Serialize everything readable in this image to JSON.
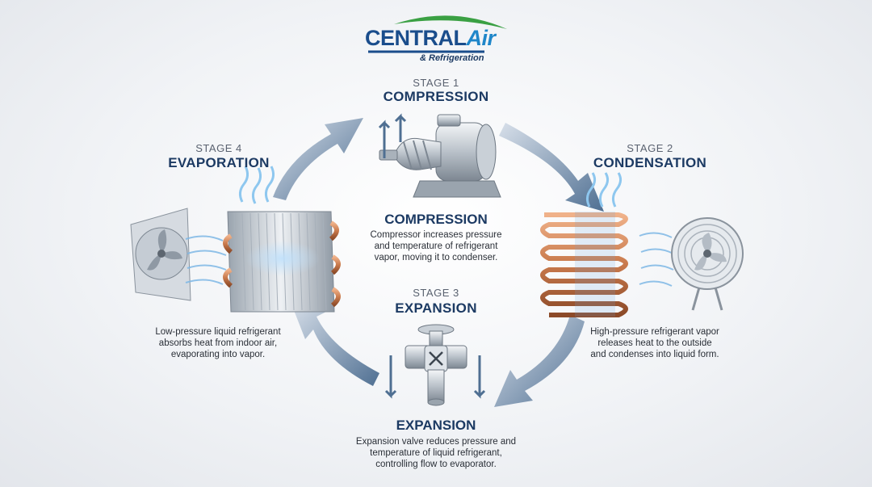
{
  "logo": {
    "brand_main": "CENTRAL",
    "brand_accent": "Air",
    "tagline": "& Refrigeration",
    "colors": {
      "main": "#1a4d8c",
      "accent": "#1f86c9",
      "swoosh": "#3aa043"
    }
  },
  "stages": {
    "compression": {
      "stage_label": "STAGE 1",
      "title": "COMPRESSION",
      "heading": "COMPRESSION",
      "description": [
        "Compressor increases pressure",
        "and temperature of refrigerant",
        "vapor, moving it to condenser."
      ]
    },
    "condensation": {
      "stage_label": "STAGE 2",
      "title": "CONDENSATION",
      "description": [
        "High-pressure refrigerant vapor",
        "releases heat to the outside",
        "and condenses into liquid form."
      ]
    },
    "expansion": {
      "stage_label": "STAGE 3",
      "title": "EXPANSION",
      "heading": "EXPANSION",
      "description": [
        "Expansion valve reduces pressure and",
        "temperature of liquid refrigerant,",
        "controlling flow to evaporator."
      ]
    },
    "evaporation": {
      "stage_label": "STAGE 4",
      "title": "EVAPORATION",
      "description": [
        "Low-pressure liquid refrigerant",
        "absorbs heat from indoor air,",
        "evaporating into vapor."
      ]
    }
  },
  "icons": [
    "compressor-icon",
    "condenser-coil-icon",
    "condenser-fan-icon",
    "expansion-valve-icon",
    "evaporator-coil-icon",
    "evaporator-fan-icon",
    "cycle-arrow-icon",
    "heat-wave-icon"
  ],
  "accent_colors": {
    "arrow": "#4f6f92",
    "copper": "#c8794c",
    "airflow": "#7fb8e6",
    "title": "#1c3a63"
  }
}
